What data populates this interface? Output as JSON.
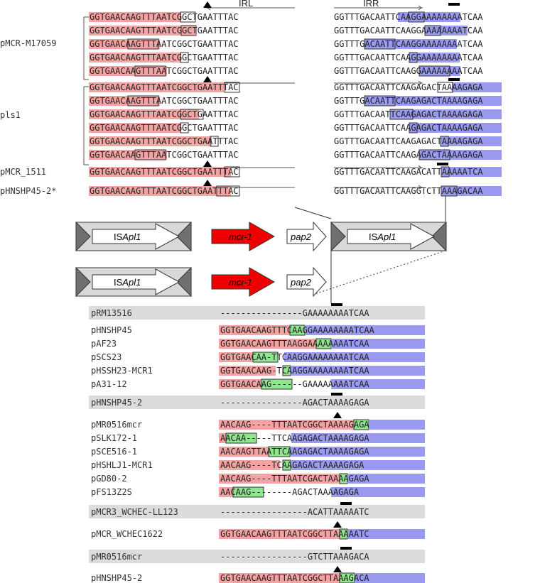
{
  "colors": {
    "red_hl": "#f4a3a3",
    "blue_hl": "#9a9af0",
    "green_hl": "#8fe68f",
    "gray_bar": "#dcdcdc",
    "mcr_fill": "#ee0000",
    "is_light": "#d9d9d9",
    "is_dark": "#707070"
  },
  "headers": {
    "irl": "IRL",
    "irr": "IRR"
  },
  "top_groups": [
    {
      "label": "pMCR-M17059",
      "rows": [
        {
          "left": "GGTGAACAAGTTTAATCGGCTGAATTTAC",
          "right": "GGTTTGACAATTCAAGGAAAAAAAATCAA"
        },
        {
          "left": "GGTGAACAAGTTTAATCGGCTGAATTTAC",
          "right": "GGTTTGACAATTCAAGGAAAAAAAATCAA"
        },
        {
          "left": "GGTGAACAAGTTTAATCGGCTGAATTTAC",
          "right": "GGTTTGACAATTCAAGGAAAAAAAATCAA"
        },
        {
          "left": "GGTGAACAAGTTTAATCGGCTGAATTTAC",
          "right": "GGTTTGACAATTCAAGGAAAAAAAATCAA"
        },
        {
          "left": "GGTGAACAAGTTTAATCGGCTGAATTTAC",
          "right": "GGTTTGACAATTCAAGGAAAAAAAATCAA"
        }
      ]
    },
    {
      "label": "pls1",
      "rows": [
        {
          "left": "GGTGAACAAGTTTAATCGGCTGAATTTAC",
          "right": "GGTTTGACAATTCAAGAGACTAAAAGAGA"
        },
        {
          "left": "GGTGAACAAGTTTAATCGGCTGAATTTAC",
          "right": "GGTTTGACAATTCAAGAGACTAAAAGAGA"
        },
        {
          "left": "GGTGAACAAGTTTAATCGGCTGAATTTAC",
          "right": "GGTTTGACAATTCAAGAGACTAAAAGAGA"
        },
        {
          "left": "GGTGAACAAGTTTAATCGGCTGAATTTAC",
          "right": "GGTTTGACAATTCAAGAGACTAAAAGAGA"
        },
        {
          "left": "GGTGAACAAGTTTAATCGGCTGAATTTAC",
          "right": "GGTTTGACAATTCAAGAGACTAAAAGAGA"
        },
        {
          "left": "GGTGAACAAGTTTAATCGGCTGAATTTAC",
          "right": "GGTTTGACAATTCAAGAGACTAAAAGAGA"
        }
      ]
    }
  ],
  "single_rows": [
    {
      "label": "pMCR_1511",
      "left": "GGTGAACAAGTTTAATCGGCTGAATTTAC",
      "right": "GGTTTGACAATTCAAGACATTAAAAATCA"
    },
    {
      "label": "pHNSHP45-2*",
      "left": "GGTGAACAAGTTTAATCGGCTGAATTTAC",
      "right": "GGTTTGACAATTCAAGGTCTTAAAGACAA"
    }
  ],
  "genes": {
    "is_label": "ISApl1",
    "is_label_prefix": "IS",
    "is_label_italic": "Apl1",
    "mcr": "mcr-1",
    "pap2": "pap2"
  },
  "bottom_sections": [
    {
      "ref": {
        "label": "pRM13516",
        "seq": "----------------GAAAAAAAATCAA"
      },
      "rows": [
        {
          "label": "pHNSHP45",
          "seq": "GGTGAACAAGTTTCAAGGAAAAAAAATCAA"
        },
        {
          "label": "pAF23",
          "seq": "GGTGAACAAGTTTAAGGAAAAAAAATCAA"
        },
        {
          "label": "pSCS23",
          "seq": "GGTGAACAA-TTCAAGGAAAAAAAATCAA"
        },
        {
          "label": "pHSSH23-MCR1",
          "seq": "GGTGAACAAG-TCAAGGAAAAAAAATCAA"
        },
        {
          "label": "pA31-12",
          "seq": "GGTGAACAAG------GAAAAAAAATCAA"
        }
      ]
    },
    {
      "ref": {
        "label": "pHNSHP45-2",
        "seq": "----------------AGACTAAAAGAGA"
      },
      "rows": [
        {
          "label": "pMR0516mcr",
          "seq": "AACAAG----TTTAATCGGCTAAAAGAGA"
        },
        {
          "label": "pSLK172-1",
          "seq": "AACAA-----TTCAAGAGACTAAAAGAGA"
        },
        {
          "label": "pSCE516-1",
          "seq": "AACAAGTTAATTCAAGAGACTAAAAGAGA"
        },
        {
          "label": "pHSHLJ1-MCR1",
          "seq": "AACAAG----TCAAGAGACTAAAAGAGA"
        },
        {
          "label": "pGD80-2",
          "seq": "AACAAG----TTTAATCGACTAAAAGAGA"
        },
        {
          "label": "pFS13Z2S",
          "seq": "AACAAG--------AGACTAAAAGAGA"
        }
      ]
    },
    {
      "ref": {
        "label": "pMCR3_WCHEC-LL123",
        "seq": "-----------------ACATTAAAAATC"
      },
      "rows": [
        {
          "label": "pMCR_WCHEC1622",
          "seq": "GGTGAACAAGTTTAATCGGCTTAAAAATC"
        }
      ]
    },
    {
      "ref": {
        "label": "pMR0516mcr",
        "seq": "-----------------GTCTTAAAGACA"
      },
      "rows": [
        {
          "label": "pHNSHP45-2",
          "seq": "GGTGAACAAGTTTAATCGGCTTAAAGACA"
        }
      ]
    }
  ]
}
